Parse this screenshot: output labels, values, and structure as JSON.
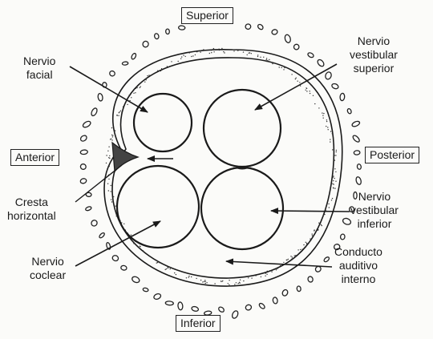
{
  "directions": {
    "superior": "Superior",
    "anterior": "Anterior",
    "posterior": "Posterior",
    "inferior": "Inferior"
  },
  "labels": {
    "nervio_facial": [
      "Nervio",
      "facial"
    ],
    "nervio_vestibular_superior": [
      "Nervio",
      "vestibular",
      "superior"
    ],
    "cresta_horizontal": [
      "Cresta",
      "horizontal"
    ],
    "nervio_vestibular_inferior": [
      "Nervio",
      "vestibular",
      "inferior"
    ],
    "nervio_coclear": [
      "Nervio",
      "coclear"
    ],
    "conducto_auditivo_interno": [
      "Conducto",
      "auditivo",
      "interno"
    ]
  },
  "colors": {
    "ink": "#1a1a1a",
    "paper": "#fbfbf9"
  }
}
